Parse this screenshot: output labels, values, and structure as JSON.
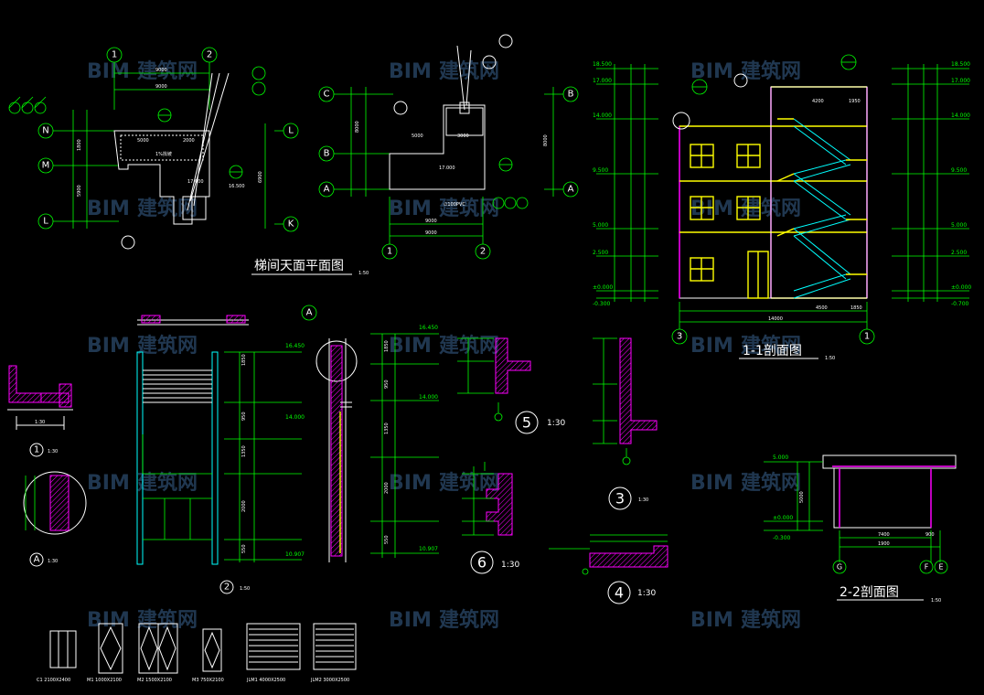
{
  "watermark": {
    "text_a": "BIM",
    "text_b": "建筑网"
  },
  "titles": {
    "roof_plan": "梯间天面平面图",
    "roof_plan_scale": "1:50",
    "section_11": "1-1剖面图",
    "section_11_scale": "1:50",
    "section_22": "2-2剖面图",
    "section_22_scale": "1:50",
    "detail_5": "5",
    "detail_5_scale": "1:30",
    "detail_6": "6",
    "detail_6_scale": "1:30",
    "detail_3": "3",
    "detail_3_scale": "1:30",
    "detail_4": "4",
    "detail_4_scale": "1:30",
    "detail_1": "1",
    "detail_1_scale": "1:30",
    "detail_A": "A",
    "detail_A_scale": "1:30",
    "detail_2": "2",
    "detail_2_scale": "1:50"
  },
  "axes": {
    "a1": "1",
    "a2": "2",
    "aN": "N",
    "aM": "M",
    "aL": "L",
    "aK": "K",
    "aA": "A",
    "aB": "B",
    "aC": "C",
    "aE": "E",
    "aF": "F",
    "aG": "G",
    "a3": "3"
  },
  "roof_plan_1": {
    "dim_top_1": "9000",
    "dim_top_2": "9000",
    "dim_mid_1": "5000",
    "dim_mid_2": "2000",
    "dim_left_1": "1800",
    "dim_left_2": "5900",
    "dim_right": "6900",
    "label_1": "1%找坡",
    "label_2": "17.000",
    "label_3": "16.500"
  },
  "roof_plan_2": {
    "dim_left_1": "5000",
    "dim_left_2": "3000",
    "dim_right": "8000",
    "dim_bottom_1": "9000",
    "dim_bottom_2": "9000",
    "label_1": "17.000",
    "label_2": "∅100PVC"
  },
  "section_11": {
    "elev": [
      "18.500",
      "17.000",
      "14.000",
      "9.500",
      "5.000",
      "2.500",
      "±0.000",
      "-0.300"
    ],
    "elev_right": [
      "18.500",
      "17.000",
      "14.000",
      "9.500",
      "5.000",
      "2.500",
      "±0.000",
      "-0.700"
    ],
    "dim_bottom_1": "4500",
    "dim_bottom_2": "1850",
    "dim_total": "14000",
    "dim_top": "4200",
    "dim_top_2": "1950"
  },
  "section_22": {
    "elev_1": "5.000",
    "elev_2": "±0.000",
    "elev_3": "-0.300",
    "dim_1": "7400",
    "dim_2": "1900",
    "dim_3": "900",
    "dim_v": "5000"
  },
  "elevation_2": {
    "elev": [
      "16.450",
      "14.000",
      "10.907"
    ],
    "dims": [
      "1850",
      "950",
      "1350",
      "2000",
      "550"
    ]
  },
  "doors": {
    "d1": "C1 2100X2400",
    "d2": "M1 1000X2100",
    "d3": "M2 1500X2100",
    "d4": "M3 750X2100",
    "d5": "JLM1 4000X2500",
    "d6": "JLM2 3000X2500"
  },
  "colors": {
    "bg": "#000000",
    "dim": "#00ff00",
    "line": "#ffffff",
    "yellow": "#ffff00",
    "cyan": "#00ffff",
    "magenta": "#ff00ff"
  }
}
